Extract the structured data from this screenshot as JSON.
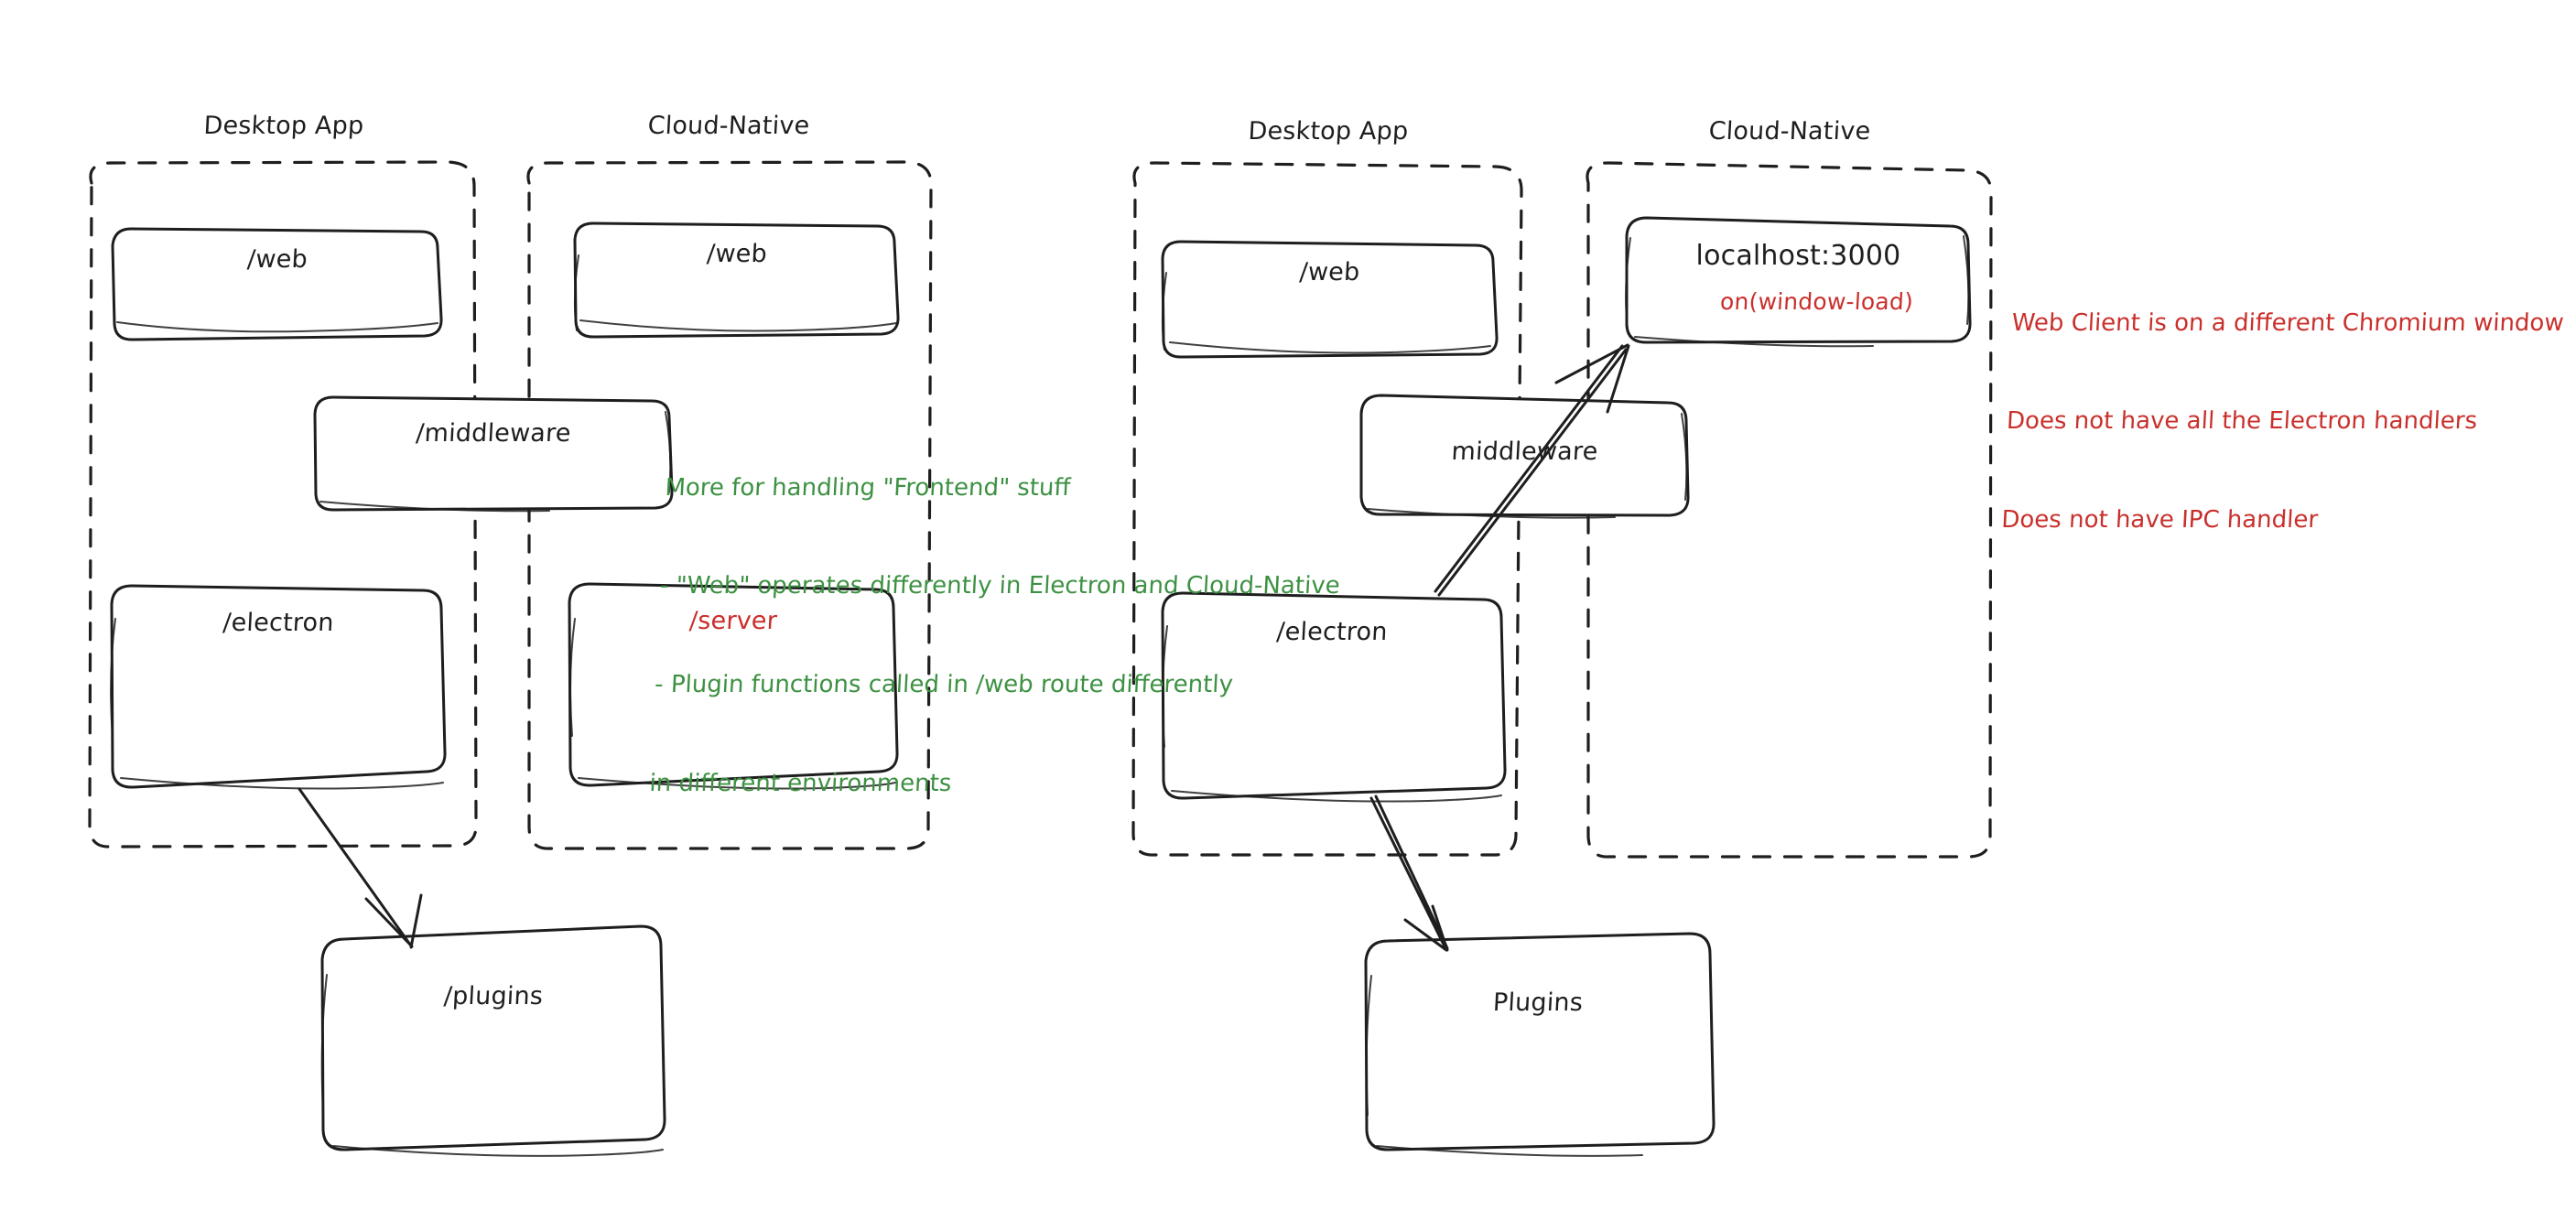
{
  "diagram": {
    "title": "Electron Desktop App vs Cloud-Native architecture sketch",
    "style": "hand-drawn whiteboard sketch",
    "colors": {
      "ink": "#1e1e1e",
      "green": "#3d9142",
      "red": "#c9302c",
      "background": "#ffffff"
    },
    "panels": [
      {
        "id": "left",
        "groups": [
          {
            "id": "left-desktop-app",
            "title": "Desktop App"
          },
          {
            "id": "left-cloud-native",
            "title": "Cloud-Native"
          }
        ],
        "boxes": [
          {
            "id": "left-web-desktop",
            "label": "/web",
            "color": "ink"
          },
          {
            "id": "left-web-cloud",
            "label": "/web",
            "color": "ink"
          },
          {
            "id": "left-middleware",
            "label": "/middleware",
            "color": "ink"
          },
          {
            "id": "left-electron",
            "label": "/electron",
            "color": "ink"
          },
          {
            "id": "left-server",
            "label": "/server",
            "color": "red"
          },
          {
            "id": "left-plugins",
            "label": "/plugins",
            "color": "ink"
          }
        ],
        "arrows": [
          {
            "id": "left-electron-to-plugins",
            "from": "left-electron",
            "to": "left-plugins"
          }
        ]
      },
      {
        "id": "right",
        "groups": [
          {
            "id": "right-desktop-app",
            "title": "Desktop App"
          },
          {
            "id": "right-cloud-native",
            "title": "Cloud-Native"
          }
        ],
        "boxes": [
          {
            "id": "right-web",
            "label": "/web",
            "color": "ink"
          },
          {
            "id": "right-localhost",
            "label": "localhost:3000",
            "color": "ink",
            "sublabel": "on(window-load)",
            "sublabel_color": "red"
          },
          {
            "id": "right-middleware",
            "label": "middleware",
            "color": "ink"
          },
          {
            "id": "right-electron",
            "label": "/electron",
            "color": "ink"
          },
          {
            "id": "right-plugins",
            "label": "Plugins",
            "color": "ink"
          }
        ],
        "arrows": [
          {
            "id": "right-electron-to-localhost",
            "from": "right-electron",
            "to": "right-localhost"
          },
          {
            "id": "right-electron-to-plugins",
            "from": "right-electron",
            "to": "right-plugins"
          }
        ]
      }
    ],
    "annotations": [
      {
        "id": "green-note",
        "color": "green",
        "lines": [
          "More for handling \"Frontend\" stuff",
          "- \"Web\" operates differently in Electron and Cloud-Native",
          "- Plugin functions called in /web route differently",
          "in different environments"
        ]
      },
      {
        "id": "red-note",
        "color": "red",
        "lines": [
          "Web Client is on a different Chromium window",
          "Does not have all the Electron handlers",
          "Does not have IPC handler"
        ]
      }
    ]
  }
}
